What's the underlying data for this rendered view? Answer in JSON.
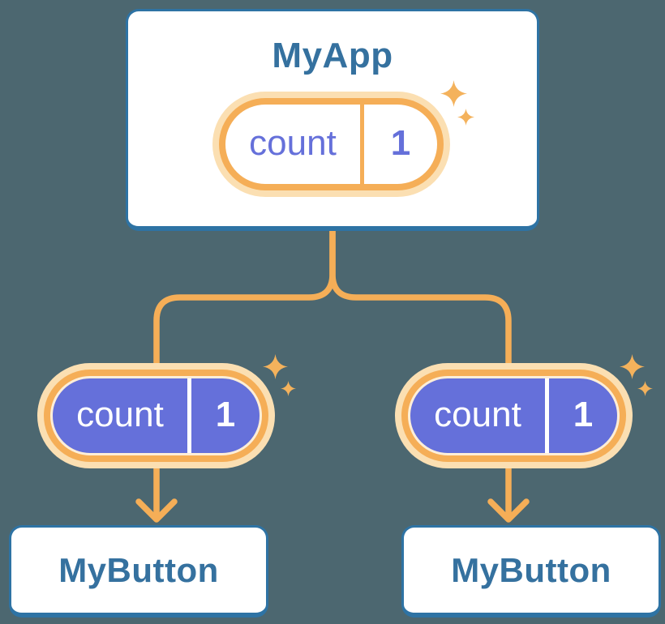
{
  "diagram": {
    "root": {
      "title": "MyApp",
      "state": {
        "name": "count",
        "value": "1"
      }
    },
    "children": [
      {
        "title": "MyButton",
        "state": {
          "name": "count",
          "value": "1"
        }
      },
      {
        "title": "MyButton",
        "state": {
          "name": "count",
          "value": "1"
        }
      }
    ],
    "colors": {
      "background": "#4C6770",
      "card_fill": "#FFFFFF",
      "card_border": "#2E73A4",
      "card_text": "#35719F",
      "connector_orange": "#F5AE57",
      "pill_glow": "#FBDFB2",
      "pill_inner_outline": "#FDEED8",
      "state_purple": "#6570DA",
      "sparkle_orange": "#F4B25C"
    }
  }
}
